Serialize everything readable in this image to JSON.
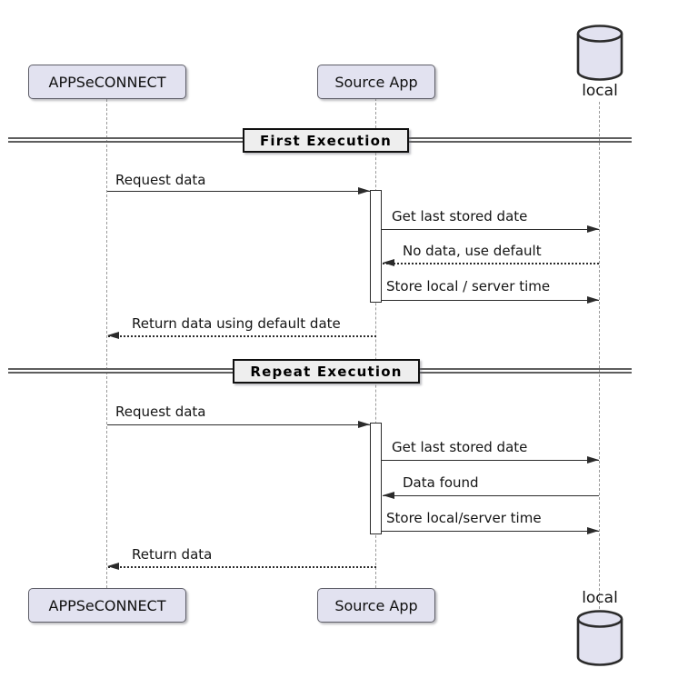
{
  "diagram_type": "sequence-diagram",
  "participants": [
    {
      "label": "APPSeCONNECT",
      "type": "participant"
    },
    {
      "label": "Source App",
      "type": "participant"
    },
    {
      "label": "local",
      "type": "database"
    }
  ],
  "dividers": [
    {
      "label": "First Execution"
    },
    {
      "label": "Repeat Execution"
    }
  ],
  "messages": [
    {
      "label": "Request data",
      "from": "APPSeCONNECT",
      "to": "Source App",
      "line": "solid"
    },
    {
      "label": "Get last stored date",
      "from": "Source App",
      "to": "local",
      "line": "solid"
    },
    {
      "label": "No data, use default",
      "from": "local",
      "to": "Source App",
      "line": "dashed"
    },
    {
      "label": "Store local / server time",
      "from": "Source App",
      "to": "local",
      "line": "solid"
    },
    {
      "label": "Return data using default date",
      "from": "Source App",
      "to": "APPSeCONNECT",
      "line": "dashed"
    },
    {
      "label": "Request data",
      "from": "APPSeCONNECT",
      "to": "Source App",
      "line": "solid"
    },
    {
      "label": "Get last stored date",
      "from": "Source App",
      "to": "local",
      "line": "solid"
    },
    {
      "label": "Data found",
      "from": "local",
      "to": "Source App",
      "line": "solid"
    },
    {
      "label": "Store local/server time",
      "from": "Source App",
      "to": "local",
      "line": "solid"
    },
    {
      "label": "Return data",
      "from": "Source App",
      "to": "APPSeCONNECT",
      "line": "dashed"
    }
  ],
  "colors": {
    "participant_fill": "#E2E2F0",
    "participant_border": "#5e5e68",
    "divider_fill": "#EEEEEE",
    "divider_border": "#101010",
    "divider_line": "#5e5e5e",
    "message_line": "#2b2b2b",
    "lifeline": "#9a9a9a",
    "text": "#141414",
    "background": "#ffffff"
  }
}
